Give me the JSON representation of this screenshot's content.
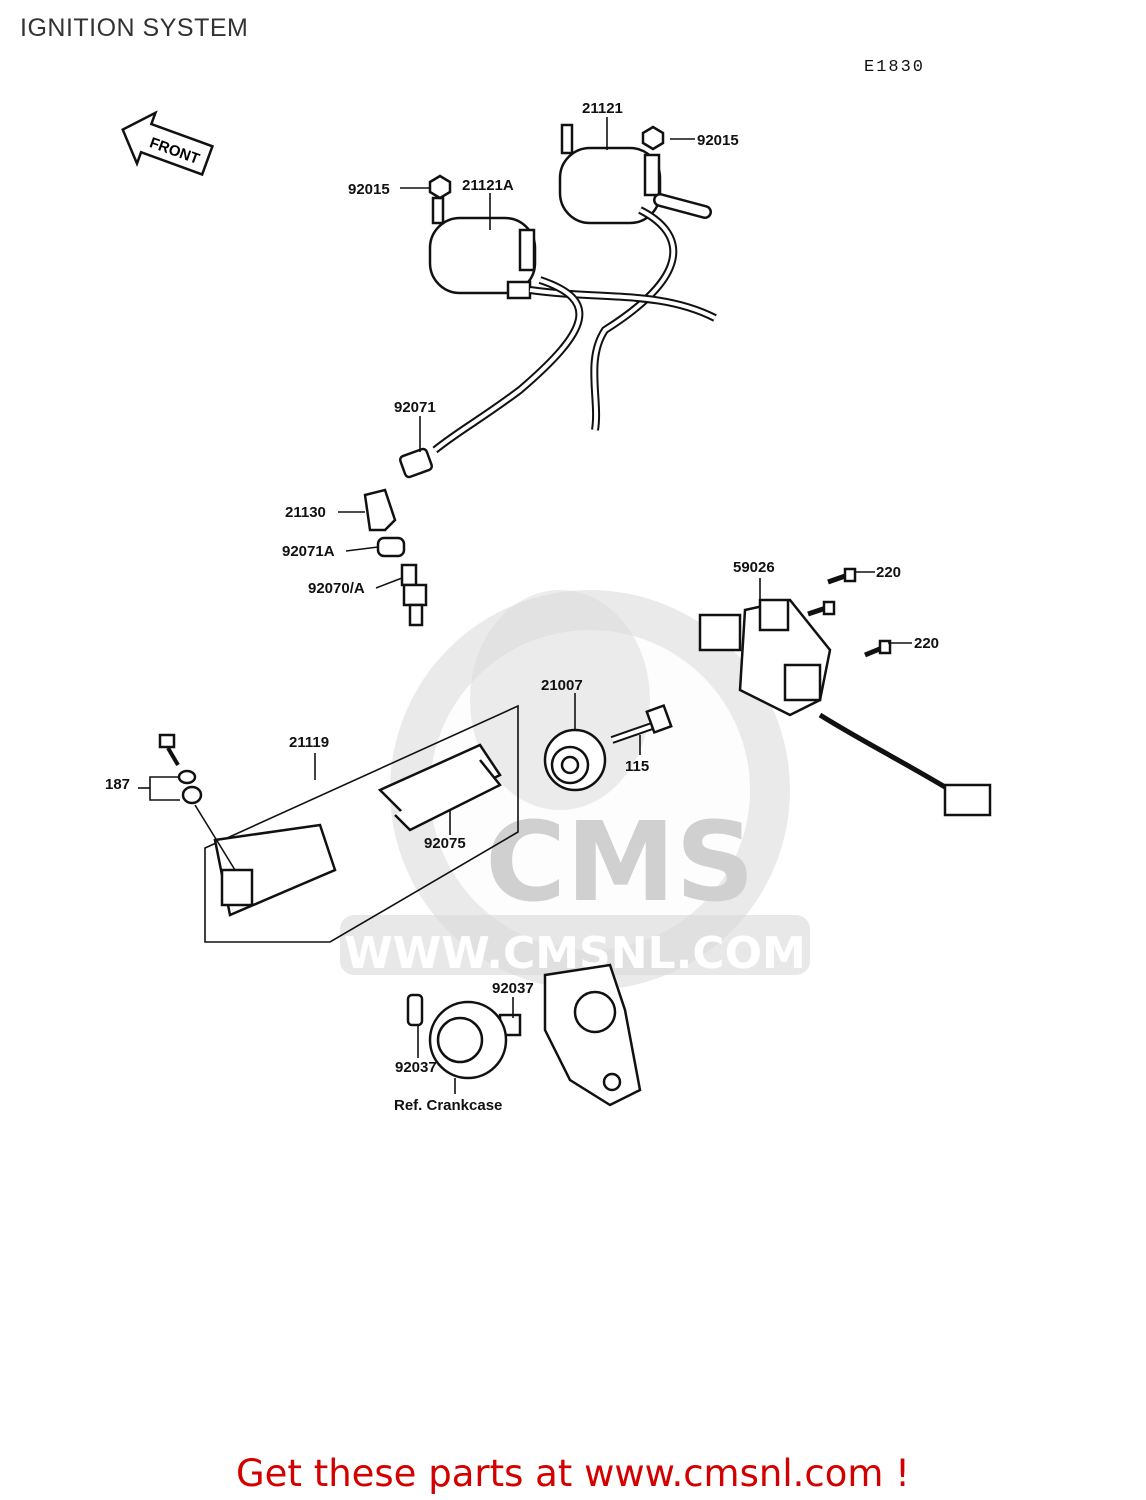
{
  "title": "IGNITION SYSTEM",
  "diagram_code": "E1830",
  "front_label": "FRONT",
  "watermark": {
    "brand": "CMS",
    "url": "WWW.CMSNL.COM"
  },
  "parts": {
    "p21121": "21121",
    "p92015_a": "92015",
    "p92015_b": "92015",
    "p21121A": "21121A",
    "p92071": "92071",
    "p21130": "21130",
    "p92071A": "92071A",
    "p92070A": "92070/A",
    "p59026": "59026",
    "p220_a": "220",
    "p220_b": "220",
    "p21007": "21007",
    "p115": "115",
    "p21119": "21119",
    "p187": "187",
    "p92075": "92075",
    "p92037_a": "92037",
    "p92037_b": "92037",
    "ref_crankcase": "Ref. Crankcase"
  },
  "footer": "Get these parts at www.cmsnl.com !"
}
